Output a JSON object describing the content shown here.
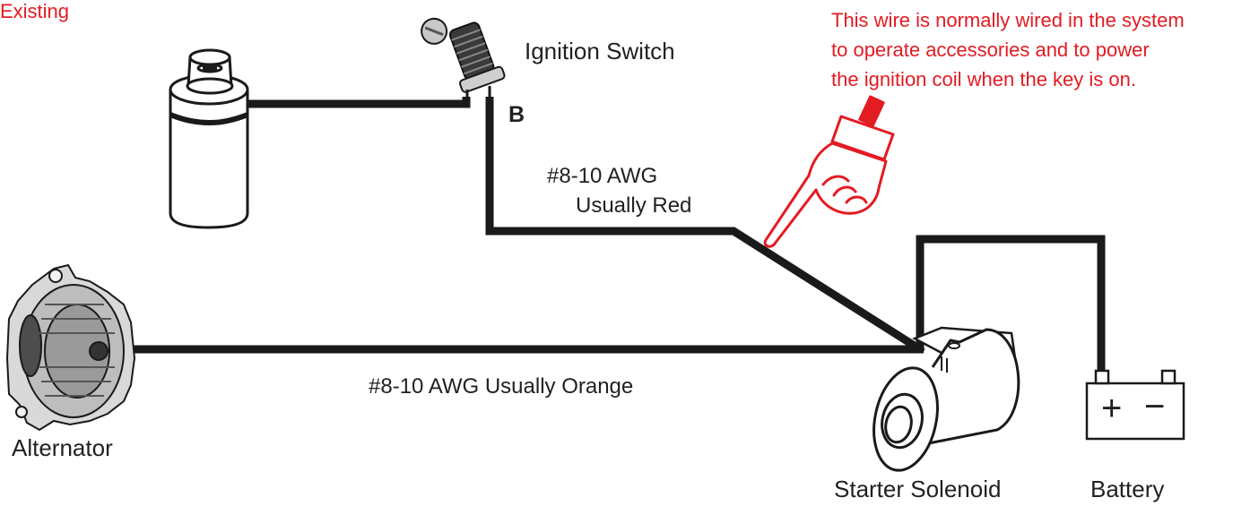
{
  "header": {
    "label": "Existing"
  },
  "labels": {
    "ignition_switch": "Ignition Switch",
    "terminal_b": "B",
    "alternator": "Alternator",
    "starter_solenoid": "Starter Solenoid",
    "battery": "Battery"
  },
  "wires": {
    "red_gauge": "#8-10 AWG",
    "red_color": "Usually Red",
    "orange": "#8-10 AWG Usually Orange"
  },
  "note": {
    "line1": "This wire is normally wired in the system",
    "line2": "to operate accessories and to power",
    "line3": "the ignition coil when the key is on."
  },
  "battery_symbols": {
    "plus": "+",
    "minus": "−"
  },
  "colors": {
    "accent": "#e31b23",
    "wire": "#1a1a1a",
    "text": "#231f20"
  }
}
